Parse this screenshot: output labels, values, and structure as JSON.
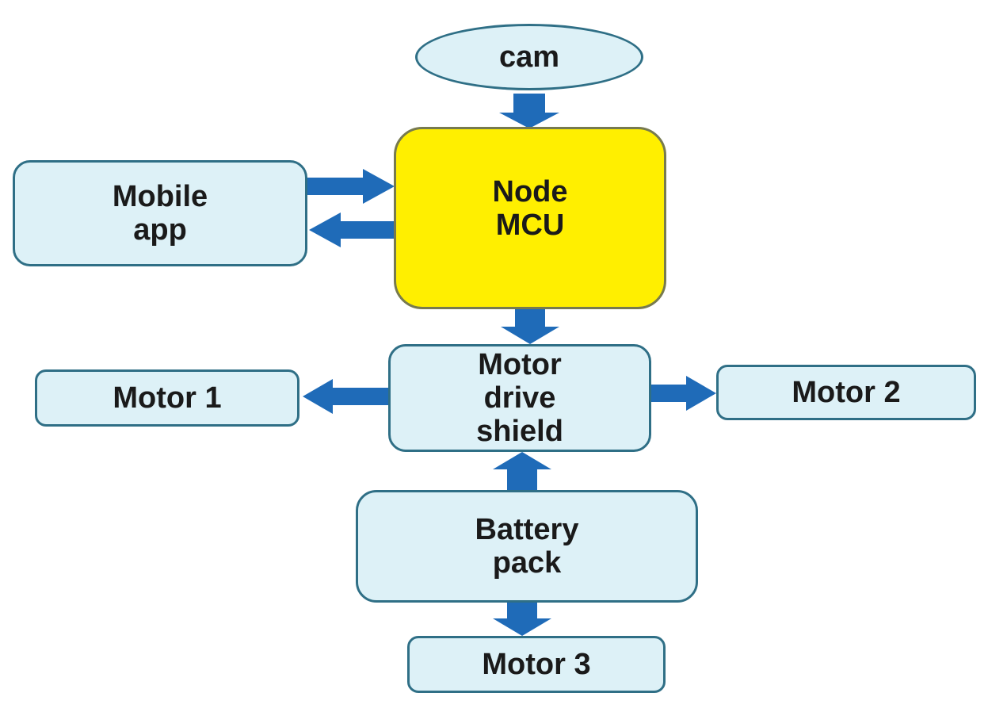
{
  "colors": {
    "box_fill": "#ddf1f7",
    "box_border": "#2f6f86",
    "mcu_fill": "#ffef00",
    "arrow": "#1f6bb8"
  },
  "nodes": {
    "cam": {
      "lines": [
        "cam"
      ]
    },
    "mobile_app": {
      "lines": [
        "Mobile",
        "app"
      ]
    },
    "node_mcu": {
      "lines": [
        "Node",
        "MCU"
      ]
    },
    "motor_drive_shield": {
      "lines": [
        "Motor",
        "drive",
        "shield"
      ]
    },
    "motor_1": {
      "lines": [
        "Motor 1"
      ]
    },
    "motor_2": {
      "lines": [
        "Motor 2"
      ]
    },
    "battery_pack": {
      "lines": [
        "Battery",
        "pack"
      ]
    },
    "motor_3": {
      "lines": [
        "Motor 3"
      ]
    }
  },
  "edges": [
    {
      "from": "cam",
      "to": "node_mcu"
    },
    {
      "from": "mobile_app",
      "to": "node_mcu"
    },
    {
      "from": "node_mcu",
      "to": "mobile_app"
    },
    {
      "from": "node_mcu",
      "to": "motor_drive_shield"
    },
    {
      "from": "motor_drive_shield",
      "to": "motor_1"
    },
    {
      "from": "motor_drive_shield",
      "to": "motor_2"
    },
    {
      "from": "battery_pack",
      "to": "motor_drive_shield"
    },
    {
      "from": "battery_pack",
      "to": "motor_3"
    }
  ]
}
